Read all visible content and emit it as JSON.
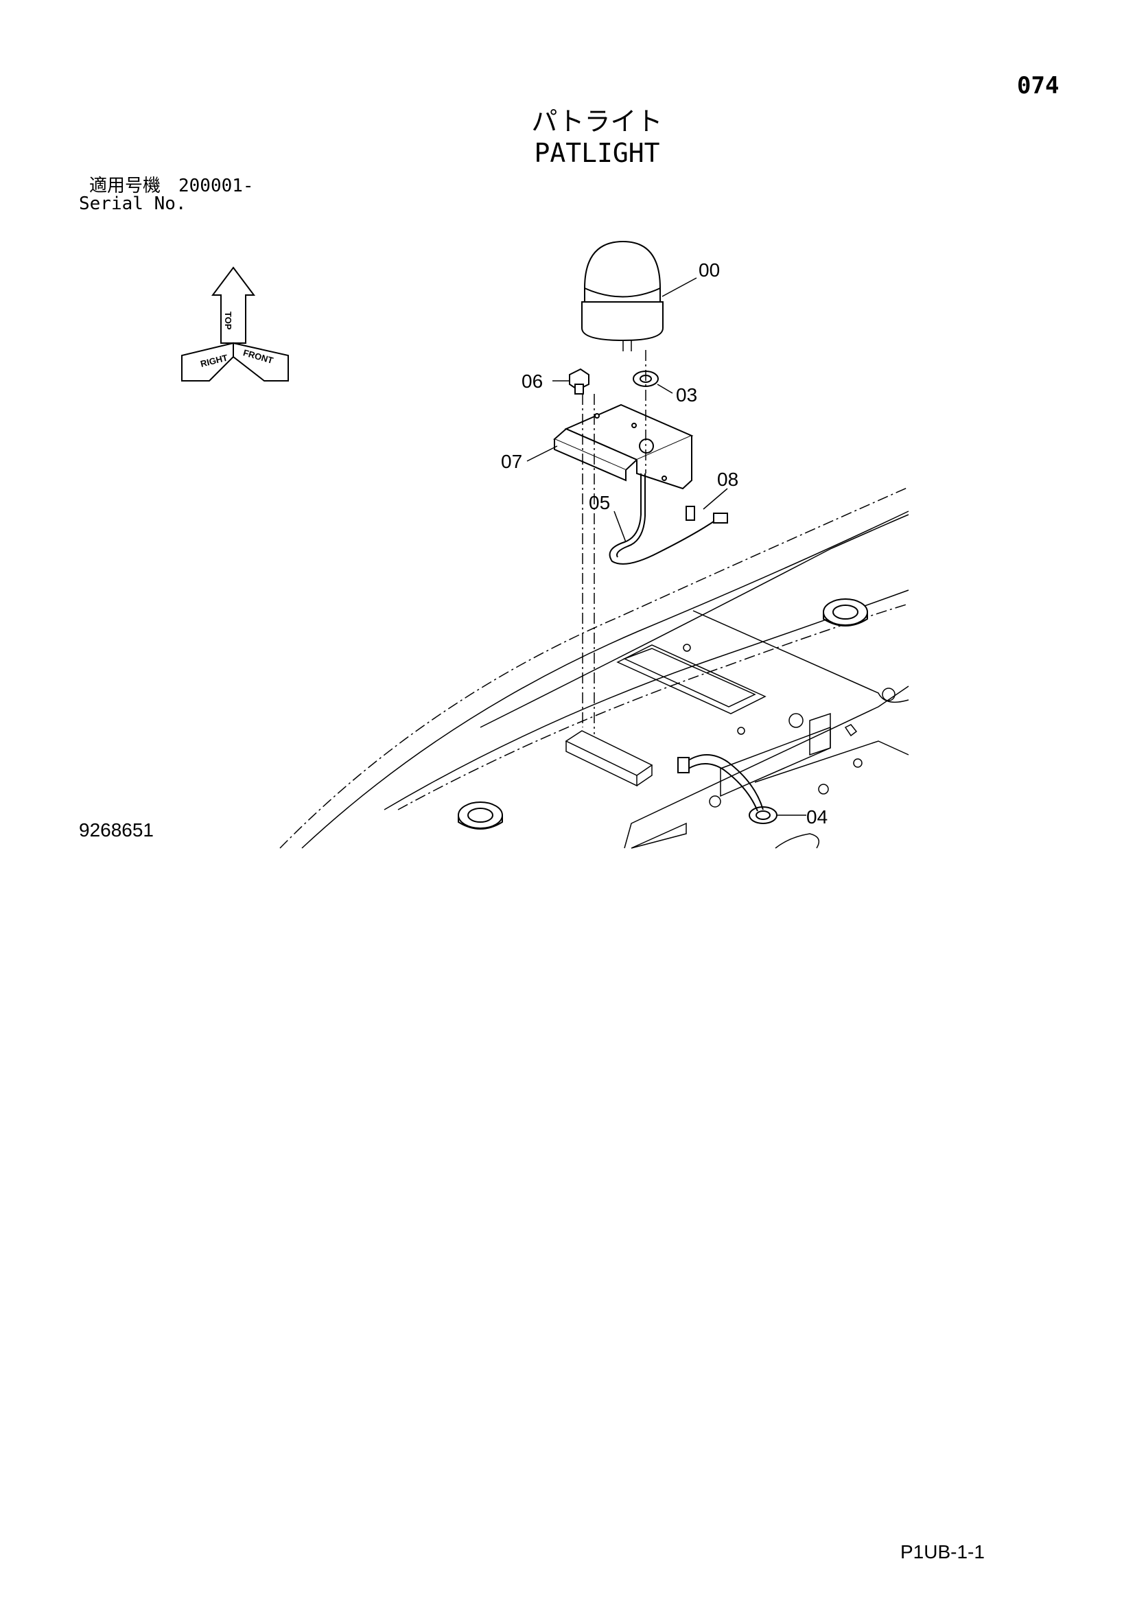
{
  "page_number": "074",
  "title": {
    "jp": "パトライト",
    "en": "PATLIGHT"
  },
  "serial": {
    "jp": "適用号機　200001-",
    "en": "Serial No."
  },
  "orientation_labels": {
    "top": "TOP",
    "right": "RIGHT",
    "front": "FRONT"
  },
  "callouts": [
    "00",
    "03",
    "06",
    "07",
    "08",
    "05",
    "04"
  ],
  "drawing_number": "9268651",
  "page_code": "P1UB-1-1"
}
